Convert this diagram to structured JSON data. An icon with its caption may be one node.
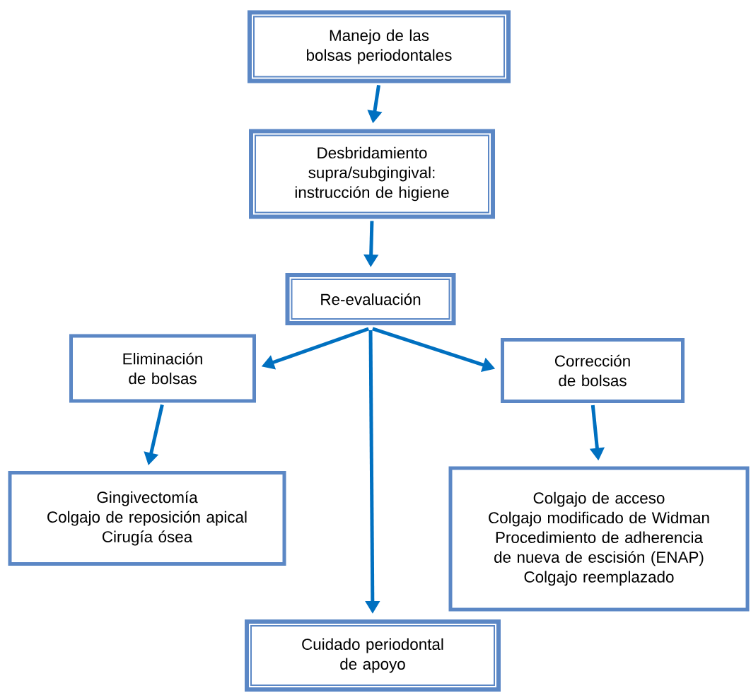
{
  "diagram": {
    "nodes": [
      {
        "text": [
          "Manejo de las bolsas periodontales"
        ]
      },
      {
        "text": [
          "Desbridamiento supra/subgingival: instrucción de higiene"
        ]
      },
      {
        "text": [
          "Re-evaluación"
        ]
      },
      {
        "text": [
          "Eliminación de bolsas"
        ]
      },
      {
        "text": [
          "Corrección de bolsas"
        ]
      },
      {
        "text": [
          "Gingivectomía",
          "Colgajo de reposición apical",
          "Cirugía ósea"
        ]
      },
      {
        "text": [
          "Colgajo de acceso",
          "Colgajo modificado de Widman",
          "Procedimiento de adherencia de nueva de escisión (ENAP)",
          "Colgajo reemplazado"
        ]
      },
      {
        "text": [
          "Cuidado periodontal de apoyo"
        ]
      }
    ],
    "edges": [
      {
        "from": 0,
        "to": 1,
        "arrow": "to"
      },
      {
        "from": 1,
        "to": 2,
        "arrow": "to"
      },
      {
        "from": 2,
        "to": 3,
        "arrow": "to"
      },
      {
        "from": 2,
        "to": 7,
        "arrow": "to"
      },
      {
        "from": 2,
        "to": 4,
        "arrow": "to"
      },
      {
        "from": 3,
        "to": 5,
        "arrow": "to"
      },
      {
        "from": 4,
        "to": 6,
        "arrow": "to"
      }
    ]
  }
}
